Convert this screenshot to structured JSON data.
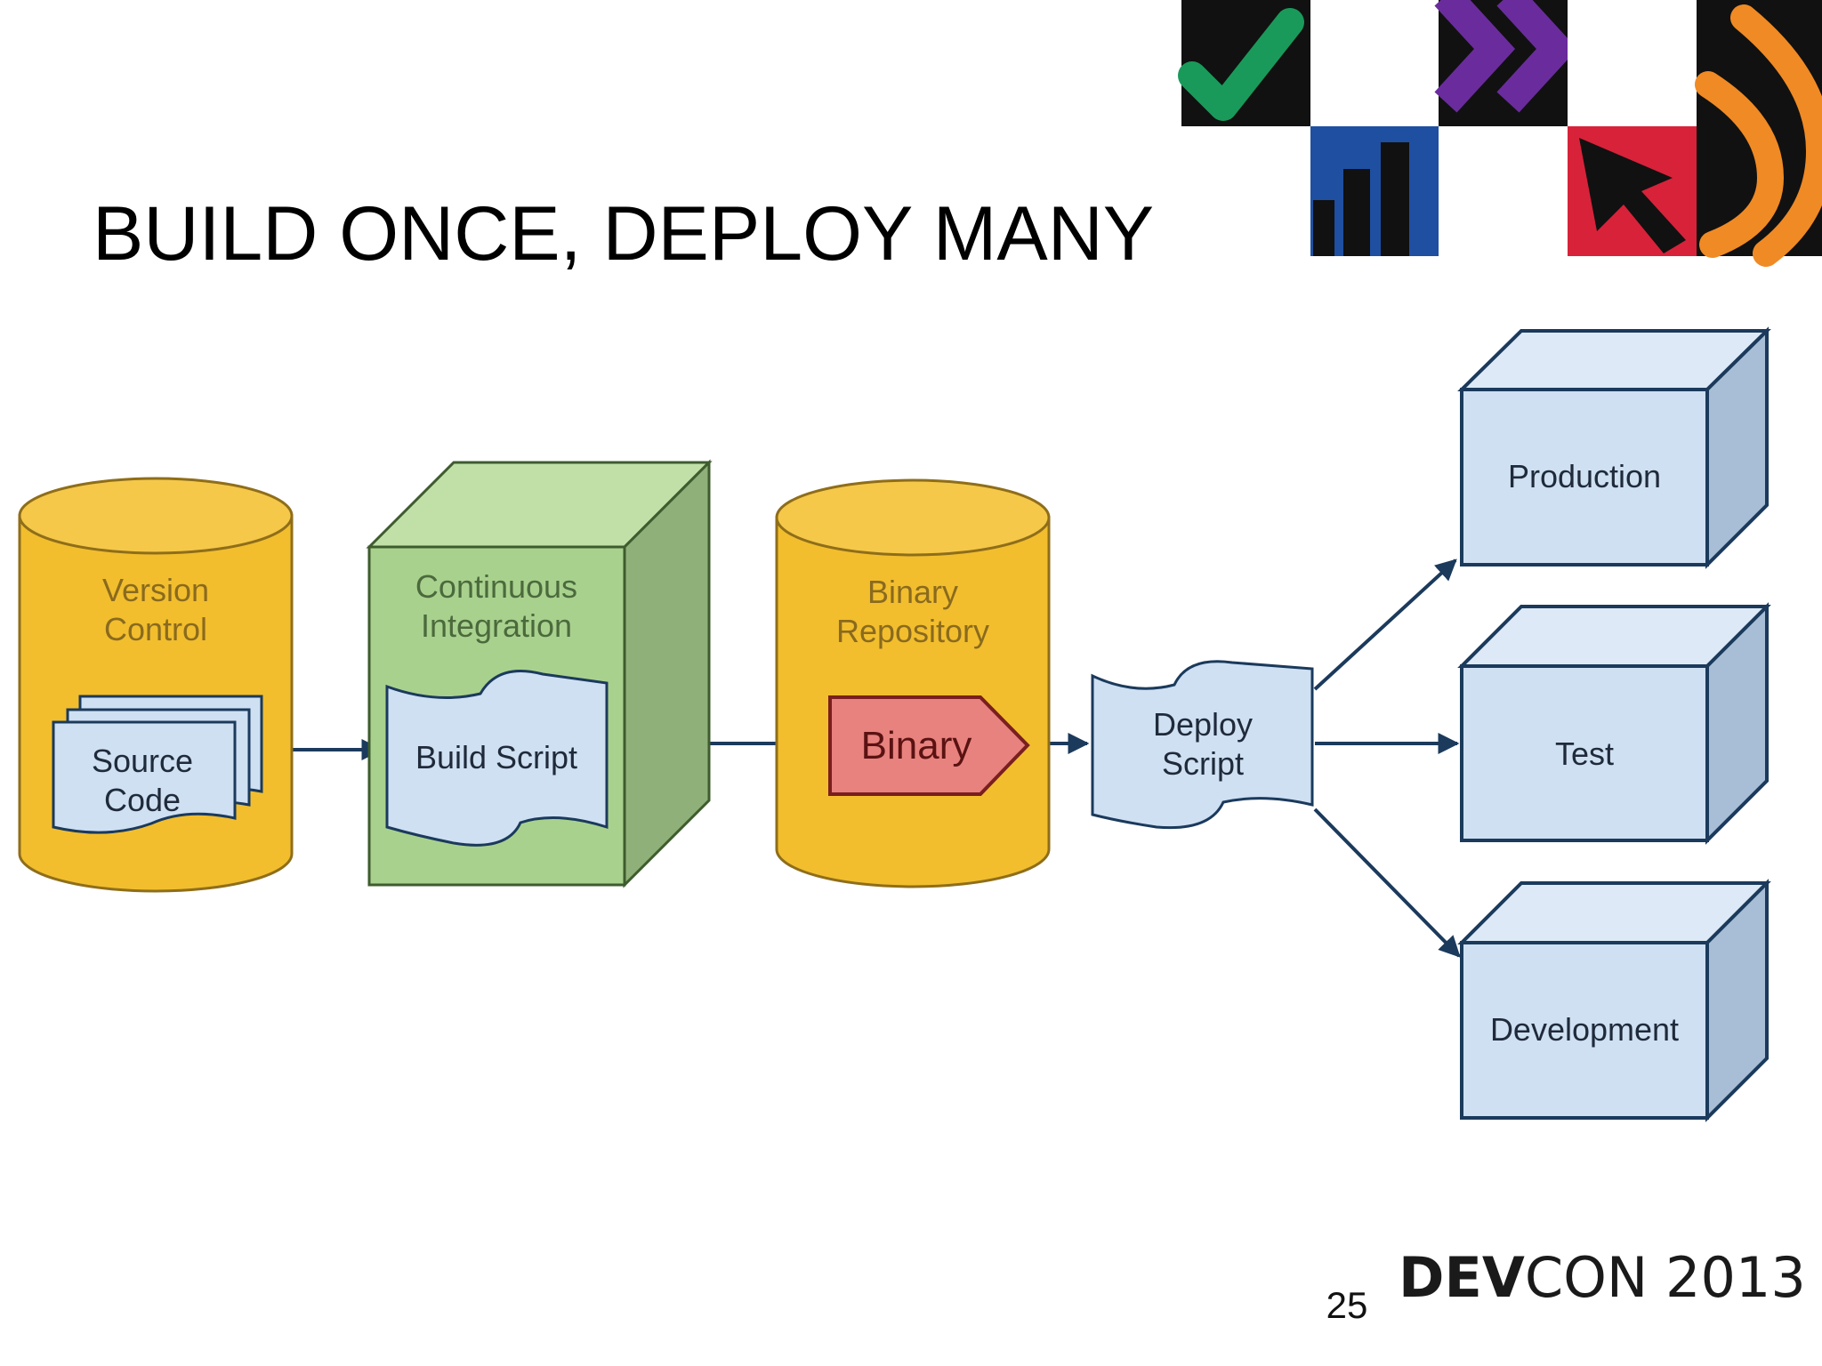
{
  "slide": {
    "title": "BUILD ONCE, DEPLOY MANY",
    "page_number": "25",
    "footer": {
      "brand_bold": "DEV",
      "brand_rest": "CON 2013"
    }
  },
  "diagram": {
    "nodes": {
      "version_control": "Version Control",
      "source_code": "Source Code",
      "continuous_integration": "Continuous Integration",
      "build_script": "Build Script",
      "binary_repository": "Binary Repository",
      "binary": "Binary",
      "deploy_script": "Deploy Script",
      "production": "Production",
      "test": "Test",
      "development": "Development"
    },
    "edges": [
      {
        "from": "source_code",
        "to": "build_script"
      },
      {
        "from": "build_script",
        "to": "binary"
      },
      {
        "from": "binary",
        "to": "deploy_script"
      },
      {
        "from": "deploy_script",
        "to": "production"
      },
      {
        "from": "deploy_script",
        "to": "test"
      },
      {
        "from": "deploy_script",
        "to": "development"
      }
    ]
  },
  "logo": {
    "tiles": [
      {
        "icon": "checkmark-icon",
        "color": "#1a9a5a"
      },
      {
        "icon": "double-chevron-icon",
        "color": "#6a2c9c"
      },
      {
        "icon": "signal-bars-icon",
        "color": "#1f4fa0"
      },
      {
        "icon": "cursor-arrow-icon",
        "color": "#d8223a"
      },
      {
        "icon": "sound-waves-icon",
        "color": "#f08a24"
      }
    ]
  },
  "colors": {
    "cylinder_fill": "#f2be2e",
    "cylinder_stroke": "#8f6e1a",
    "ci_box_fill": "#a9d18e",
    "ci_box_stroke": "#3e5c2e",
    "env_box_fill": "#cfe0f3",
    "env_box_stroke": "#1b3a5c",
    "binary_fill": "#e8827e",
    "binary_stroke": "#7a1f1f",
    "arrow": "#1b3a5c"
  }
}
